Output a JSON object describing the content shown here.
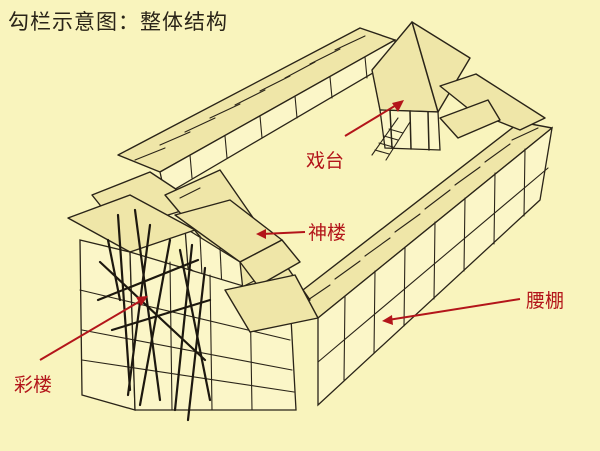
{
  "title": "勾栏示意图：整体结构",
  "labels": {
    "xitai": "戏台",
    "shenlou": "神楼",
    "yaopeng": "腰棚",
    "cailou": "彩楼"
  },
  "colors": {
    "background": "#f9f4bd",
    "ink": "#2a2418",
    "annotation": "#b3151a"
  }
}
